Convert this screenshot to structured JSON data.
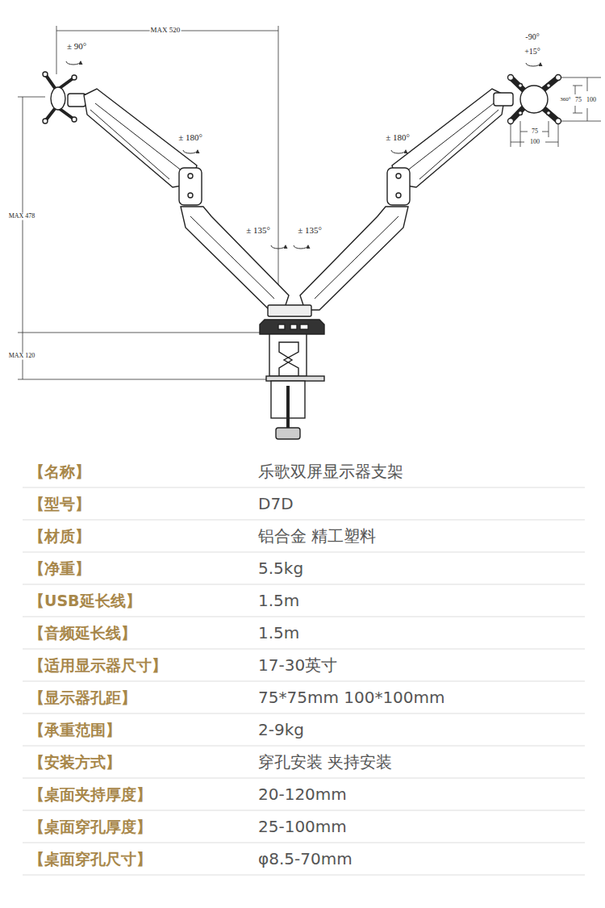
{
  "diagram": {
    "labels": [
      "MAX 520",
      "± 90°",
      "-90°",
      "+15°",
      "± 180°",
      "± 180°",
      "360°",
      "75",
      "100",
      "75",
      "100",
      "MAX 478",
      "± 135°",
      "± 135°",
      "MAX 120",
      "【名称】",
      "乐歌双屏显示器支架",
      "【型号】",
      "D7D",
      "【材质】",
      "铝合金  精工塑料",
      "【净重】",
      "5.5kg",
      "【USB延长线】",
      "1.5m",
      "【音频延长线】",
      "1.5m",
      "【适用显示器尺寸】",
      "17-30英寸",
      "【显示器孔距】",
      "75*75mm  100*100mm",
      "【承重范围】",
      "2-9kg",
      "【安装方式】",
      "穿孔安装  夹持安装",
      "【桌面夹持厚度】",
      "20-120mm",
      "【桌面穿孔厚度】",
      "25-100mm",
      "【桌面穿孔尺寸】",
      "φ8.5-70mm"
    ]
  }
}
